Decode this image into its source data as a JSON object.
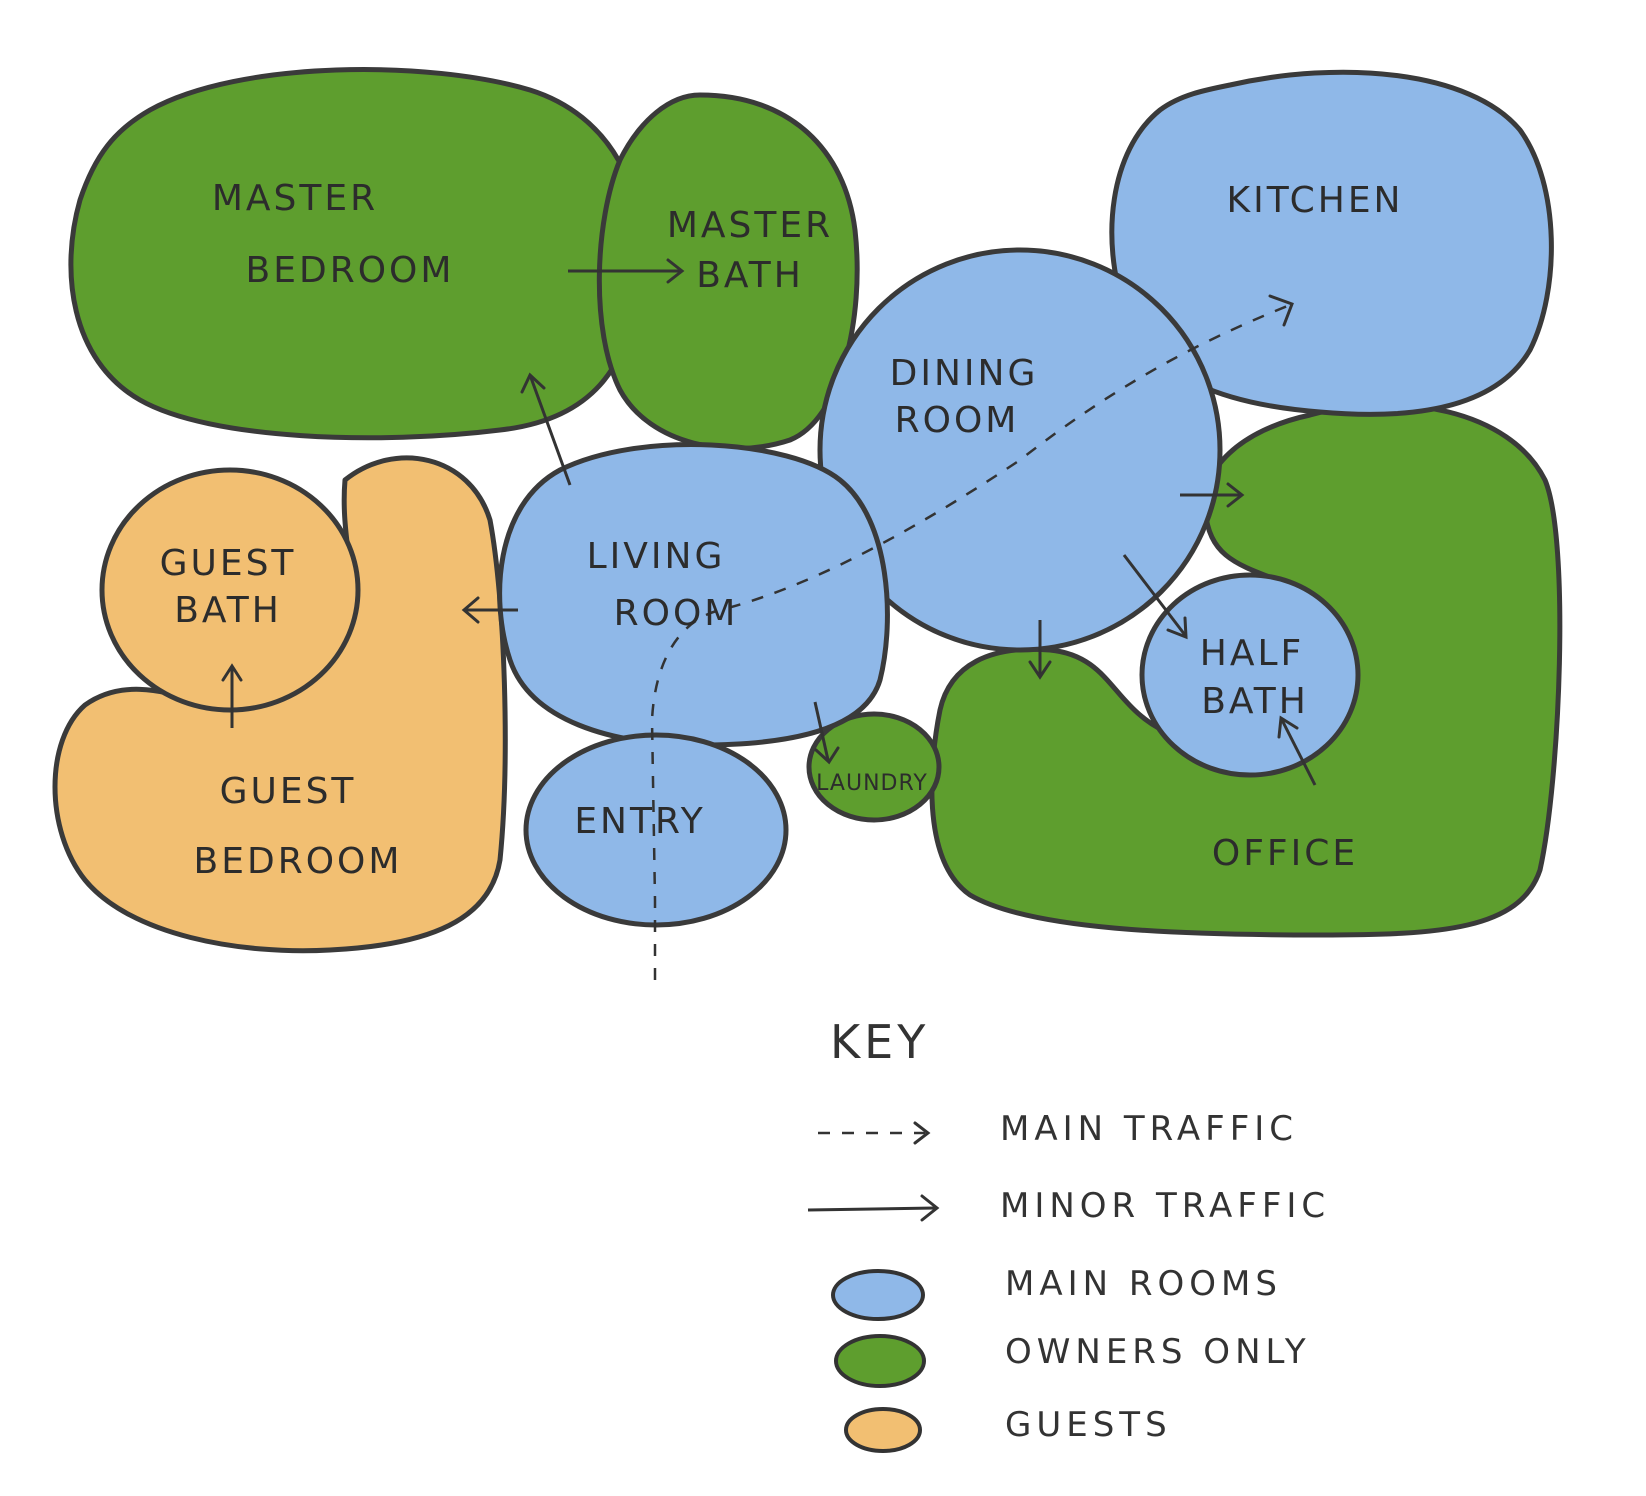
{
  "colors": {
    "main_rooms": "#8fb8e8",
    "owners_only": "#5e9e2e",
    "guests": "#f2bf72",
    "outline": "#3a3a3a"
  },
  "rooms": {
    "master_bedroom": [
      "MASTER",
      "BEDROOM"
    ],
    "master_bath": [
      "MASTER",
      "BATH"
    ],
    "kitchen": [
      "KITCHEN"
    ],
    "dining_room": [
      "DINING",
      "ROOM"
    ],
    "living_room": [
      "LIVING",
      "ROOM"
    ],
    "guest_bath": [
      "GUEST",
      "BATH"
    ],
    "guest_bedroom": [
      "GUEST",
      "BEDROOM"
    ],
    "entry": [
      "ENTRY"
    ],
    "laundry": [
      "LAUNDRY"
    ],
    "half_bath": [
      "HALF",
      "BATH"
    ],
    "office": [
      "OFFICE"
    ]
  },
  "key": {
    "title": "KEY",
    "items": [
      {
        "label": "MAIN TRAFFIC",
        "symbol": "dashed-arrow"
      },
      {
        "label": "MINOR TRAFFIC",
        "symbol": "solid-arrow"
      },
      {
        "label": "MAIN ROOMS",
        "symbol": "blue-swatch"
      },
      {
        "label": "OWNERS ONLY",
        "symbol": "green-swatch"
      },
      {
        "label": "GUESTS",
        "symbol": "orange-swatch"
      }
    ]
  }
}
